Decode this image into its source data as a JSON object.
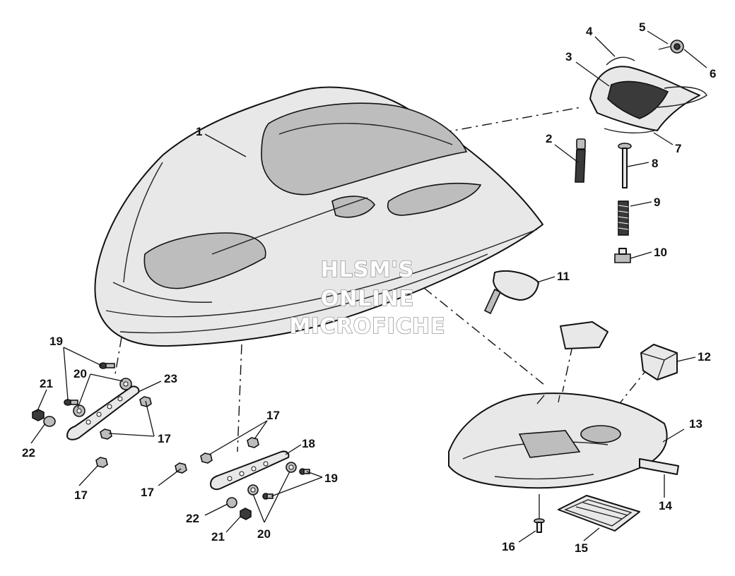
{
  "watermark": {
    "lines": [
      "HLSM'S",
      "ONLINE",
      "MICROFICHE"
    ]
  },
  "callouts": [
    {
      "id": "c1",
      "label": "1"
    },
    {
      "id": "c2",
      "label": "2"
    },
    {
      "id": "c3",
      "label": "3"
    },
    {
      "id": "c4",
      "label": "4"
    },
    {
      "id": "c5",
      "label": "5"
    },
    {
      "id": "c6",
      "label": "6"
    },
    {
      "id": "c7",
      "label": "7"
    },
    {
      "id": "c8",
      "label": "8"
    },
    {
      "id": "c9",
      "label": "9"
    },
    {
      "id": "c10",
      "label": "10"
    },
    {
      "id": "c11",
      "label": "11"
    },
    {
      "id": "c12",
      "label": "12"
    },
    {
      "id": "c13",
      "label": "13"
    },
    {
      "id": "c14",
      "label": "14"
    },
    {
      "id": "c15",
      "label": "15"
    },
    {
      "id": "c16",
      "label": "16"
    },
    {
      "id": "c17a",
      "label": "17"
    },
    {
      "id": "c17b",
      "label": "17"
    },
    {
      "id": "c17c",
      "label": "17"
    },
    {
      "id": "c17d",
      "label": "17"
    },
    {
      "id": "c18",
      "label": "18"
    },
    {
      "id": "c19a",
      "label": "19"
    },
    {
      "id": "c19b",
      "label": "19"
    },
    {
      "id": "c20a",
      "label": "20"
    },
    {
      "id": "c20b",
      "label": "20"
    },
    {
      "id": "c21a",
      "label": "21"
    },
    {
      "id": "c21b",
      "label": "21"
    },
    {
      "id": "c22a",
      "label": "22"
    },
    {
      "id": "c22b",
      "label": "22"
    },
    {
      "id": "c23",
      "label": "23"
    }
  ]
}
